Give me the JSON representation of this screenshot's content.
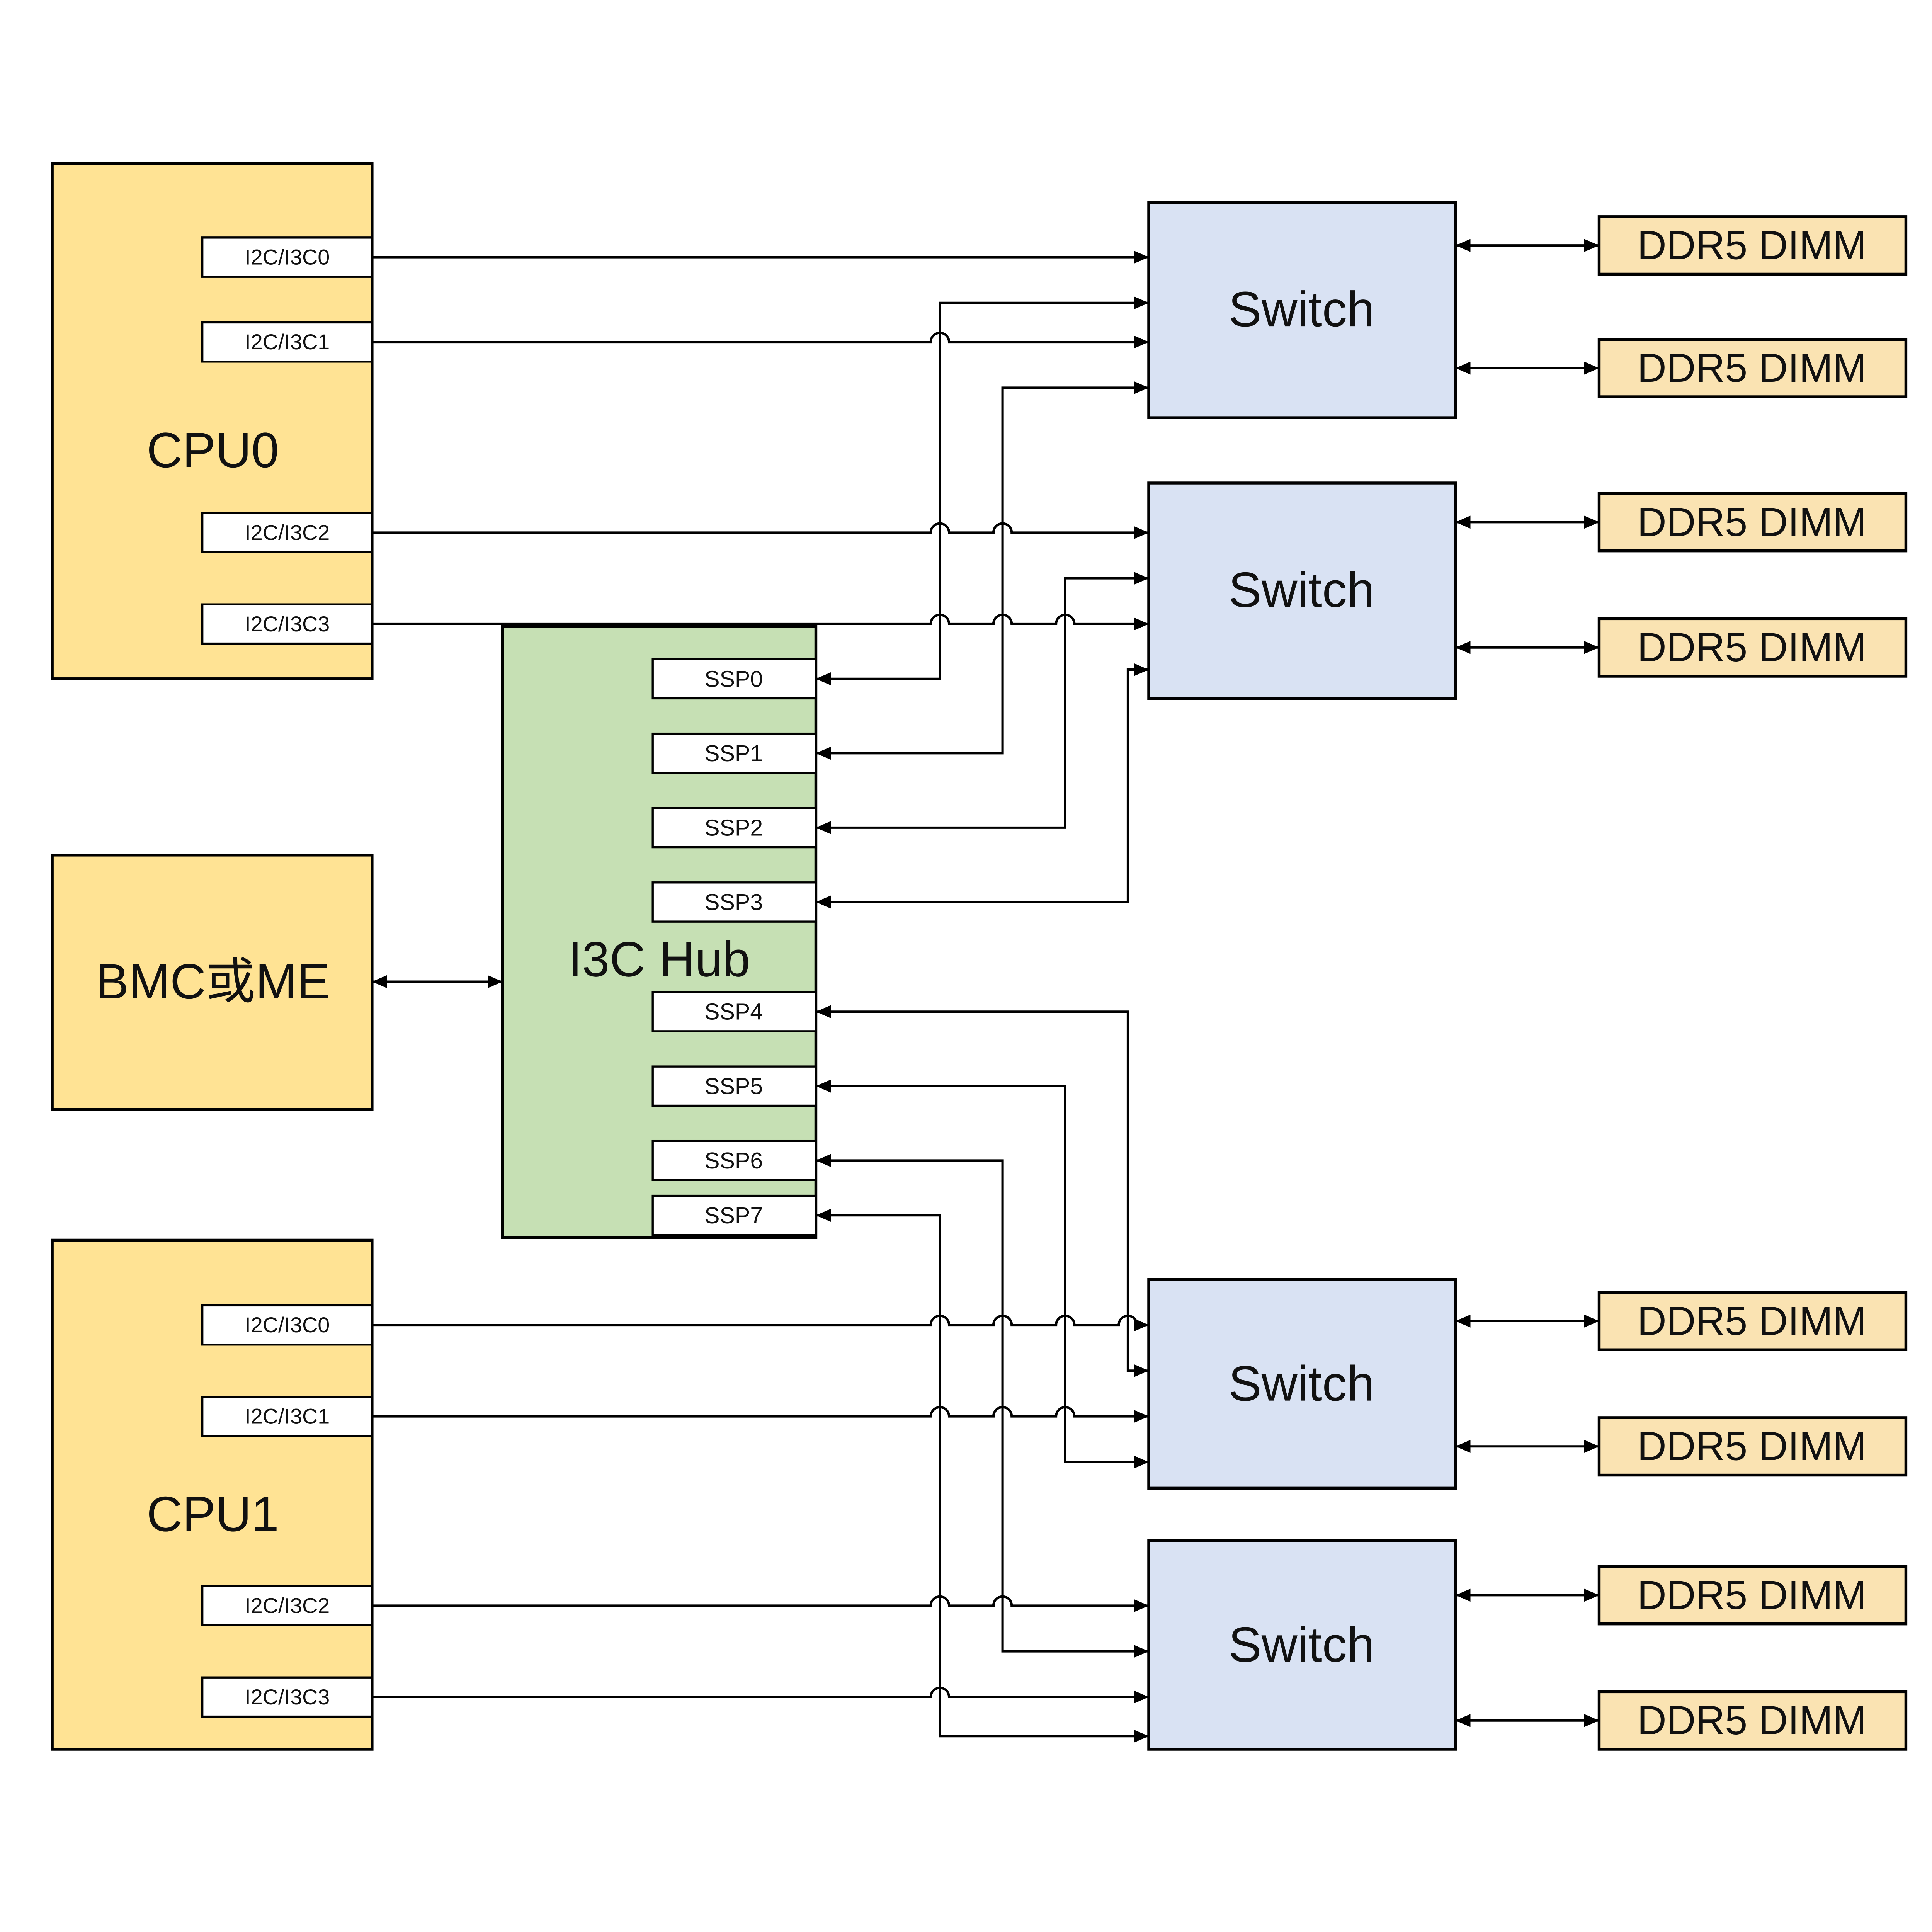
{
  "diagram": {
    "colors": {
      "cpu_fill": "#ffe394",
      "bmc_fill": "#ffe394",
      "dimm_fill": "#fae3b2",
      "hub_fill": "#c6e0b4",
      "switch_fill": "#d9e2f3",
      "port_fill": "#ffffff",
      "line": "#000000"
    },
    "cpu0": {
      "label": "CPU0",
      "ports": [
        {
          "label": "I2C/I3C0"
        },
        {
          "label": "I2C/I3C1"
        },
        {
          "label": "I2C/I3C2"
        },
        {
          "label": "I2C/I3C3"
        }
      ]
    },
    "cpu1": {
      "label": "CPU1",
      "ports": [
        {
          "label": "I2C/I3C0"
        },
        {
          "label": "I2C/I3C1"
        },
        {
          "label": "I2C/I3C2"
        },
        {
          "label": "I2C/I3C3"
        }
      ]
    },
    "bmc": {
      "label": "BMC或ME"
    },
    "hub": {
      "label": "I3C Hub",
      "ports": [
        {
          "label": "SSP0"
        },
        {
          "label": "SSP1"
        },
        {
          "label": "SSP2"
        },
        {
          "label": "SSP3"
        },
        {
          "label": "SSP4"
        },
        {
          "label": "SSP5"
        },
        {
          "label": "SSP6"
        },
        {
          "label": "SSP7"
        }
      ]
    },
    "switches": [
      {
        "label": "Switch"
      },
      {
        "label": "Switch"
      },
      {
        "label": "Switch"
      },
      {
        "label": "Switch"
      }
    ],
    "dimms": [
      {
        "label": "DDR5 DIMM"
      },
      {
        "label": "DDR5 DIMM"
      },
      {
        "label": "DDR5 DIMM"
      },
      {
        "label": "DDR5 DIMM"
      },
      {
        "label": "DDR5 DIMM"
      },
      {
        "label": "DDR5 DIMM"
      },
      {
        "label": "DDR5 DIMM"
      },
      {
        "label": "DDR5 DIMM"
      }
    ],
    "connections": [
      {
        "from": "CPU0.I2C/I3C0",
        "to": "Switch1",
        "arrow": "single"
      },
      {
        "from": "CPU0.I2C/I3C1",
        "to": "Switch1",
        "arrow": "single"
      },
      {
        "from": "CPU0.I2C/I3C2",
        "to": "Switch2",
        "arrow": "single"
      },
      {
        "from": "CPU0.I2C/I3C3",
        "to": "Switch2",
        "arrow": "single"
      },
      {
        "from": "I3C Hub.SSP0",
        "to": "Switch1",
        "arrow": "double"
      },
      {
        "from": "I3C Hub.SSP1",
        "to": "Switch1",
        "arrow": "double"
      },
      {
        "from": "I3C Hub.SSP2",
        "to": "Switch2",
        "arrow": "double"
      },
      {
        "from": "I3C Hub.SSP3",
        "to": "Switch2",
        "arrow": "double"
      },
      {
        "from": "I3C Hub.SSP4",
        "to": "Switch3",
        "arrow": "double"
      },
      {
        "from": "I3C Hub.SSP5",
        "to": "Switch3",
        "arrow": "double"
      },
      {
        "from": "I3C Hub.SSP6",
        "to": "Switch4",
        "arrow": "double"
      },
      {
        "from": "I3C Hub.SSP7",
        "to": "Switch4",
        "arrow": "double"
      },
      {
        "from": "CPU1.I2C/I3C0",
        "to": "Switch3",
        "arrow": "single"
      },
      {
        "from": "CPU1.I2C/I3C1",
        "to": "Switch3",
        "arrow": "single"
      },
      {
        "from": "CPU1.I2C/I3C2",
        "to": "Switch4",
        "arrow": "single"
      },
      {
        "from": "CPU1.I2C/I3C3",
        "to": "Switch4",
        "arrow": "single"
      },
      {
        "from": "BMC或ME",
        "to": "I3C Hub",
        "arrow": "double"
      },
      {
        "from": "Switch1",
        "to": "DDR5 DIMM 1",
        "arrow": "double"
      },
      {
        "from": "Switch1",
        "to": "DDR5 DIMM 2",
        "arrow": "double"
      },
      {
        "from": "Switch2",
        "to": "DDR5 DIMM 3",
        "arrow": "double"
      },
      {
        "from": "Switch2",
        "to": "DDR5 DIMM 4",
        "arrow": "double"
      },
      {
        "from": "Switch3",
        "to": "DDR5 DIMM 5",
        "arrow": "double"
      },
      {
        "from": "Switch3",
        "to": "DDR5 DIMM 6",
        "arrow": "double"
      },
      {
        "from": "Switch4",
        "to": "DDR5 DIMM 7",
        "arrow": "double"
      },
      {
        "from": "Switch4",
        "to": "DDR5 DIMM 8",
        "arrow": "double"
      }
    ]
  }
}
